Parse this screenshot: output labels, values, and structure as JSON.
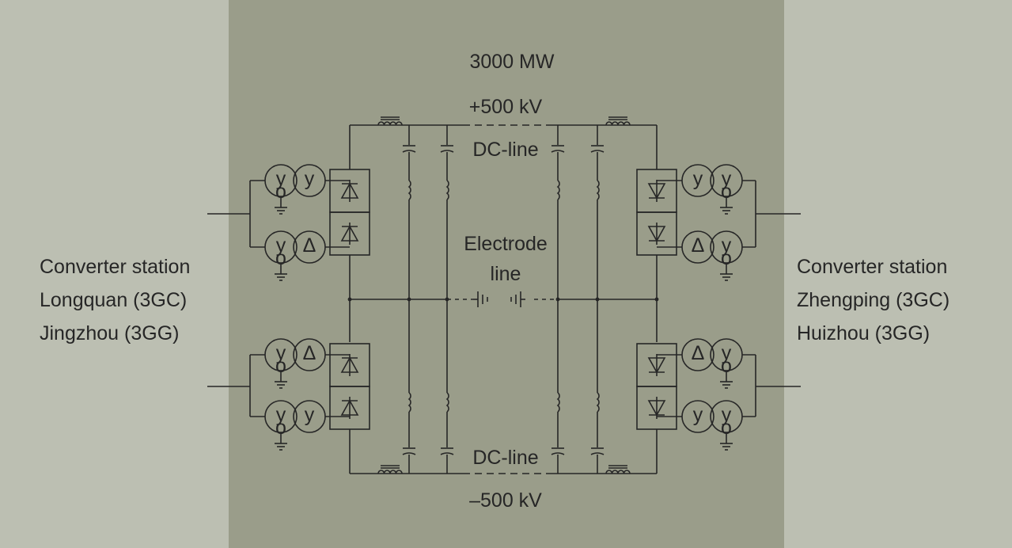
{
  "power_label": "3000 MW",
  "positive_voltage": "+500 kV",
  "negative_voltage": "–500 kV",
  "dc_line_top": "DC-line",
  "dc_line_bottom": "DC-line",
  "electrode_line": [
    "Electrode",
    "line"
  ],
  "left_station": [
    "Converter station",
    "Longquan (3GC)",
    "Jingzhou (3GG)"
  ],
  "right_station": [
    "Converter station",
    "Zhengping (3GC)",
    "Huizhou (3GG)"
  ],
  "transformer_symbols": {
    "wye": "y",
    "delta": "Δ"
  },
  "colors": {
    "background": "#bcbfb2",
    "center_panel": "#9a9d8a",
    "line": "#262626"
  }
}
